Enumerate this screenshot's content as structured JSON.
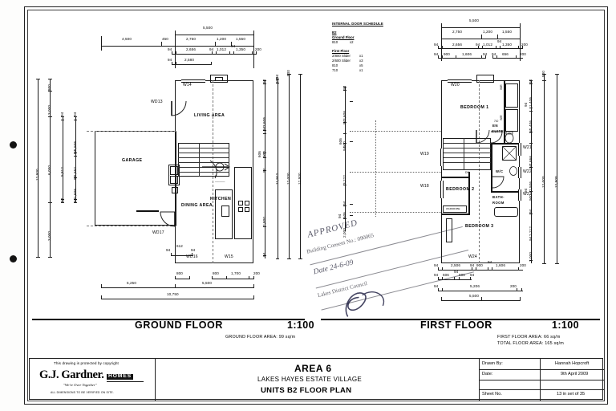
{
  "sheet": {
    "title_block": {
      "copyright_note": "This drawing is protected by copyright",
      "company": "G.J. Gardner.",
      "company_suffix": "HOMES",
      "slogan": "\"We're Over Together\"",
      "verify_note": "ALL DIMENSIONS TO BE VERIFIED ON SITE.",
      "project_area": "AREA 6",
      "project_sub": "LAKES HAYES ESTATE VILLAGE",
      "project_title": "UNITS B2 FLOOR PLAN",
      "drawn_by_label": "Drawn By:",
      "drawn_by_value": "Hannah Hopcroft",
      "date_label": "Date:",
      "date_value": "9th April 2009",
      "sheet_label": "Sheet No.",
      "sheet_value": "13 in set of 35"
    },
    "ground_floor": {
      "title": "GROUND FLOOR",
      "scale": "1:100",
      "area_note": "GROUND FLOOR AREA: 99 sq/m",
      "rooms": [
        {
          "name": "GARAGE"
        },
        {
          "name": "LIVING AREA"
        },
        {
          "name": "KITCHEN"
        },
        {
          "name": "DINING AREA"
        }
      ],
      "openings": [
        "WD13",
        "W14",
        "WD17",
        "WD16",
        "W15"
      ],
      "top_dims_row1": [
        "4,500",
        "450",
        "2,750",
        "1,200",
        "1,550"
      ],
      "top_dims_overall": "5,500",
      "top_dims_row2": [
        "94",
        "2,656",
        "94",
        "1,012",
        "94",
        "1,350",
        "200"
      ],
      "top_dims_row3": [
        "94",
        "2,580"
      ],
      "left_dims_inner": [
        "800",
        "3,000",
        "6,000",
        "3,000"
      ],
      "left_dims_total": "12,800",
      "left_dims_mid": [
        "5,812",
        "2,506",
        "1,552",
        "1,606"
      ],
      "right_dims": [
        "3,606",
        "900",
        "606",
        "2,800"
      ],
      "right_totals": [
        "11,912",
        "12,000",
        "12,800"
      ],
      "bottom_dims_small": [
        "94",
        "612",
        "94"
      ],
      "bottom_dims_mid": [
        "800",
        "800",
        "1,700",
        "200"
      ],
      "bottom_dims_main": [
        "5,250",
        "5,500"
      ],
      "bottom_dims_overall": "10,750"
    },
    "first_floor": {
      "title": "FIRST FLOOR",
      "scale": "1:100",
      "area_note": "FIRST FLOOR AREA: 66 sq/m",
      "total_note": "TOTAL FLOOR AREA: 165 sq/m",
      "rooms": [
        {
          "name": "BEDROOM 1"
        },
        {
          "name": "BEDROOM 2"
        },
        {
          "name": "BEDROOM 3"
        },
        {
          "name": "EN SUITE"
        },
        {
          "name": "BATH- ROOM"
        },
        {
          "name": "W/C"
        }
      ],
      "openings": [
        "W20",
        "W19",
        "W18",
        "W21",
        "W22",
        "W23",
        "W24"
      ],
      "top_dims_overall": "5,500",
      "top_dims_row1": [
        "2,750",
        "1,200",
        "1,550"
      ],
      "top_dims_row2": [
        "94",
        "2,656",
        "94",
        "1,012",
        "94",
        "1,350",
        "200"
      ],
      "top_dims_row3": [
        "94",
        "900",
        "1,606",
        "94",
        "94",
        "656",
        "200"
      ],
      "right_dims": [
        "1,406",
        "1,406",
        "2,666",
        "2,506",
        "900",
        "2,212",
        "2,000"
      ],
      "right_totals": [
        "800",
        "12,000",
        "12,800"
      ],
      "bottom_dims_row1": [
        "94",
        "2,506",
        "94",
        "900",
        "94",
        "1,606",
        "200"
      ],
      "bottom_dims_row2": [
        "94",
        "606",
        "94",
        "606",
        "94"
      ],
      "bottom_dims_row3": [
        "94",
        "5,206",
        "200"
      ],
      "bottom_dims_overall": "5,500"
    },
    "door_schedule": {
      "title": "INTERNAL DOOR SCHEDULE",
      "unit": "B2",
      "ground_heading": "Ground Floor",
      "ground_rows": [
        {
          "size": "810",
          "qty": "x2"
        }
      ],
      "first_heading": "First Floor",
      "first_rows": [
        {
          "size": "2/800 Slider",
          "qty": "x1"
        },
        {
          "size": "2/600 Slider",
          "qty": "x3"
        },
        {
          "size": "810",
          "qty": "x5"
        },
        {
          "size": "710",
          "qty": "x1"
        }
      ]
    },
    "stamp": {
      "line1": "APPROVED",
      "line2": "Building Consent No.: 090065",
      "line3": "Date 24-6-09",
      "line4": "Lakes District Council"
    },
    "colors": {
      "ink": "#1a1a1a",
      "paper": "#fdfdfc",
      "dim_ink": "#222222"
    }
  }
}
